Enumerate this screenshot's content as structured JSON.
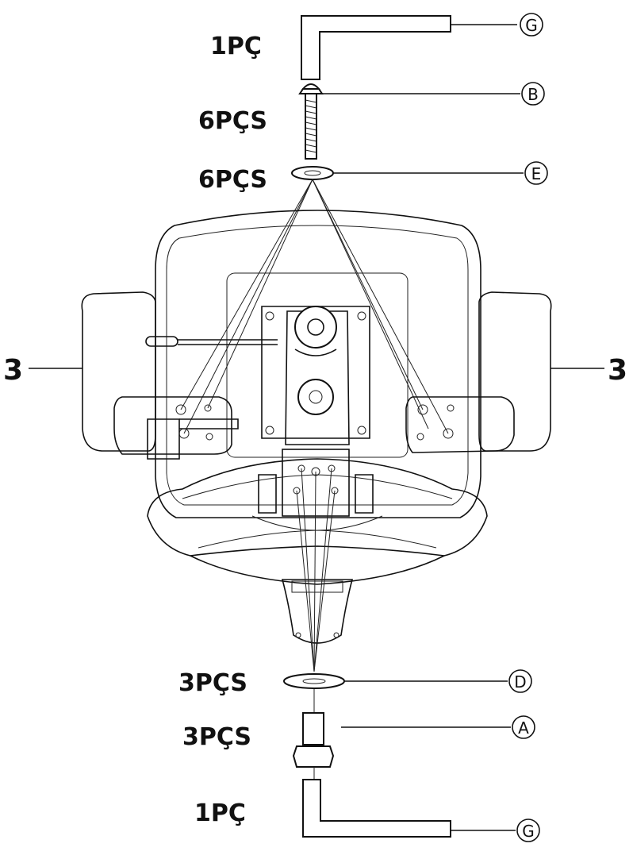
{
  "labels": {
    "top_qty_g": "1PÇ",
    "top_qty_b": "6PÇS",
    "top_qty_e": "6PÇS",
    "bottom_qty_d": "3PÇS",
    "bottom_qty_a": "3PÇS",
    "bottom_qty_g": "1PÇ",
    "left_armrest": "3",
    "right_armrest": "3"
  },
  "callouts": {
    "g_top": "G",
    "b": "B",
    "e": "E",
    "d": "D",
    "a": "A",
    "g_bottom": "G"
  }
}
